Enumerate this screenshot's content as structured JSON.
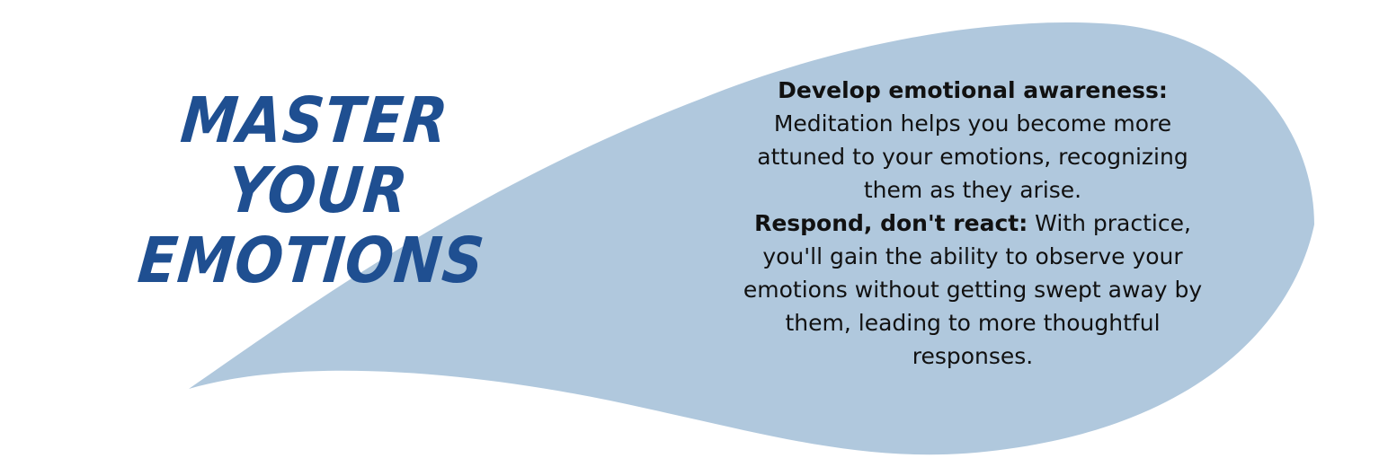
{
  "page": {
    "background": "#ffffff",
    "blob_color": "#b0c8dd",
    "title_color": "#1f4f91"
  },
  "title": {
    "line1": "MASTER",
    "line2": "YOUR EMOTIONS"
  },
  "items": [
    {
      "heading": "Develop emotional awareness:",
      "text": " Meditation helps you become more attuned to your emotions, recognizing them as they arise."
    },
    {
      "heading": "Respond, don't react:",
      "text": " With practice, you'll gain the ability to observe your emotions without getting swept away by them, leading to more thoughtful responses."
    }
  ]
}
